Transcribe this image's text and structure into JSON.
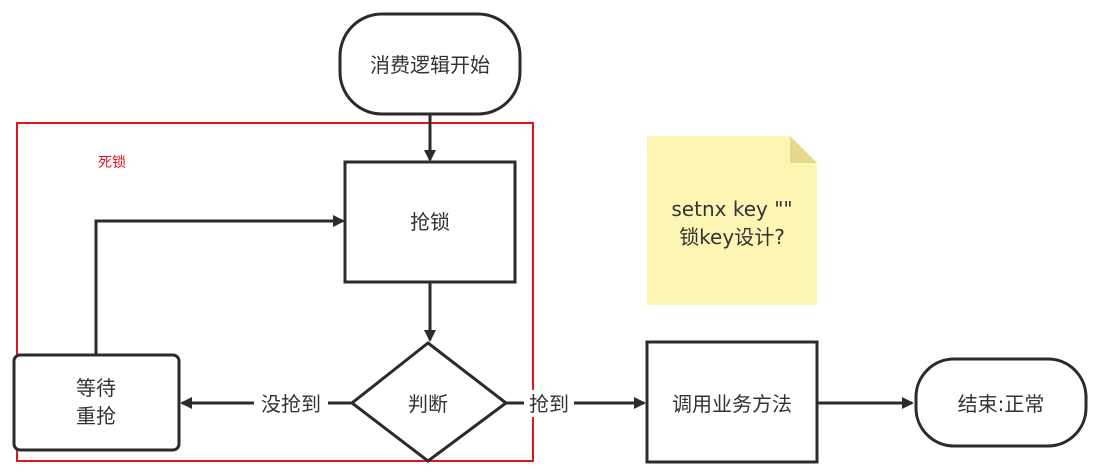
{
  "nodes": {
    "start": "消费逻辑开始",
    "grab_lock": "抢锁",
    "decision": "判断",
    "wait_line1": "等待",
    "wait_line2": "重抢",
    "business": "调用业务方法",
    "end": "结束:正常"
  },
  "edges": {
    "not_acquired": "没抢到",
    "acquired": "抢到"
  },
  "region": {
    "label": "死锁",
    "color": "#e0141e"
  },
  "note": {
    "line1": "setnx key \"\"",
    "line2": "锁key设计?",
    "color": "#fdf5b4"
  },
  "colors": {
    "stroke": "#2b2b2b",
    "text": "#333333"
  }
}
